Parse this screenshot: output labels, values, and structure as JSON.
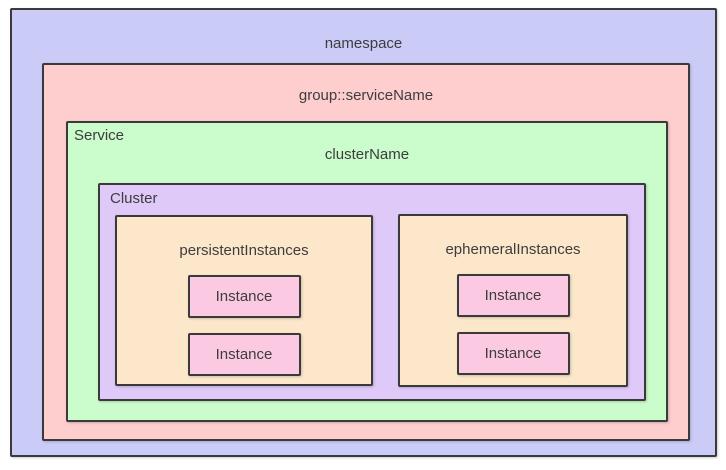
{
  "colors": {
    "page-bg": "#ffffff",
    "border": "#3a3a3a",
    "text": "#3d3d3d",
    "namespace-bg": "#cbcbf8",
    "group-bg": "#fecdcd",
    "service-bg": "#cbfccb",
    "cluster-bg": "#dfc9f9",
    "instance-group-bg": "#fde7cb",
    "instance-bg": "#fcc9e3"
  },
  "diagram": {
    "namespace": {
      "label": "namespace"
    },
    "group": {
      "label": "group::serviceName"
    },
    "service": {
      "label": "Service",
      "cluster_name": "clusterName"
    },
    "cluster": {
      "label": "Cluster"
    },
    "instance_groups": [
      {
        "label": "persistentInstances",
        "instances": [
          "Instance",
          "Instance"
        ]
      },
      {
        "label": "ephemeralInstances",
        "instances": [
          "Instance",
          "Instance"
        ]
      }
    ]
  }
}
